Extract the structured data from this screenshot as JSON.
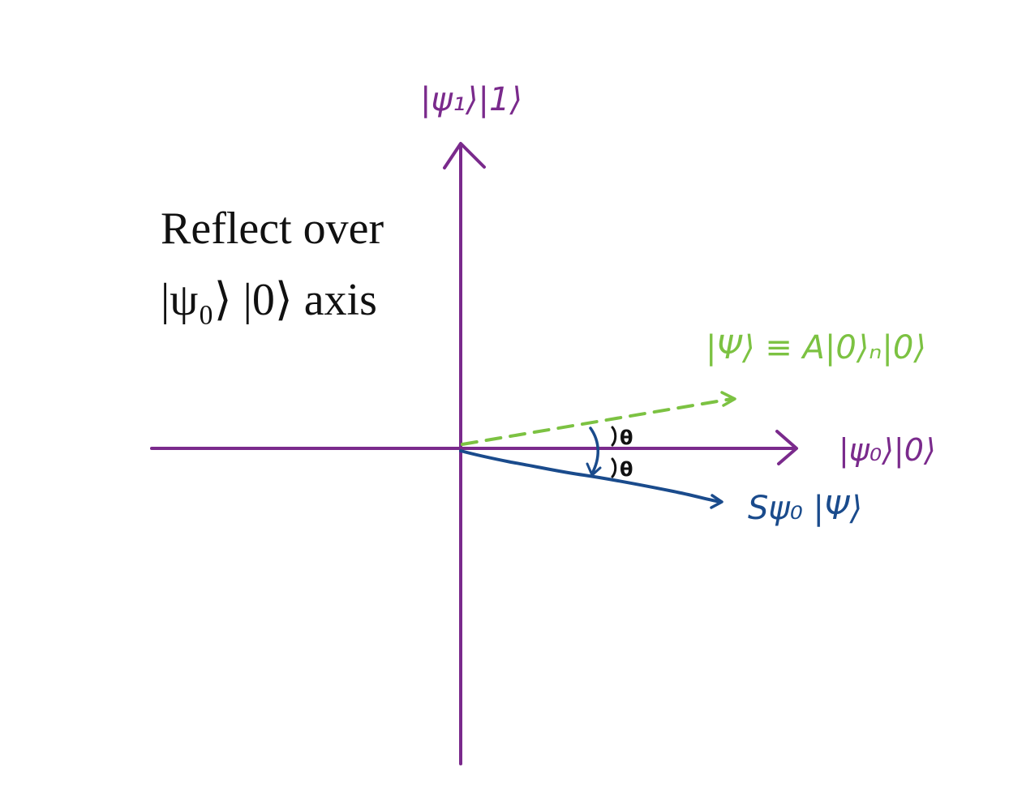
{
  "caption": {
    "line1": "Reflect over",
    "line2": "|ψ₀⟩ |0⟩  axis"
  },
  "labels": {
    "vertical_axis": "|ψ₁⟩|1⟩",
    "horizontal_axis": "|ψ₀⟩|0⟩",
    "psi_vector": "|Ψ⟩ ≡ A|0⟩ₙ|0⟩",
    "reflected_vector": "Sψ₀ |Ψ⟩",
    "angle_upper": "θ",
    "angle_lower": "θ"
  },
  "colors": {
    "axes": "#7a2a8c",
    "psi_vector": "#7cc242",
    "reflected_vector": "#1a4b8c",
    "angle_marks": "#111111",
    "caption": "#111111"
  }
}
